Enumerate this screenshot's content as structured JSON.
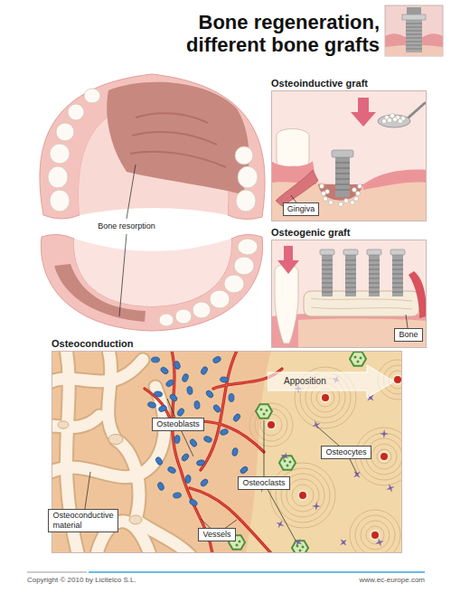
{
  "diagram": {
    "title": "Bone regeneration, different bone grafts",
    "nodes": [
      {
        "text": [
          "Osteoinductive graft"
        ]
      },
      {
        "text": [
          "Gingiva"
        ],
        "in": 0
      },
      {
        "text": [
          "Osteogenic graft"
        ]
      },
      {
        "text": [
          "Bone"
        ],
        "in": 2
      },
      {
        "text": [
          "Osteoconduction"
        ]
      },
      {
        "text": [
          "Apposition"
        ],
        "in": 4
      },
      {
        "text": [
          "Osteoblasts"
        ],
        "in": 4
      },
      {
        "text": [
          "Osteocytes"
        ],
        "in": 4
      },
      {
        "text": [
          "Osteoclasts"
        ],
        "in": 4
      },
      {
        "text": [
          "Osteoconductive material"
        ],
        "in": 4
      },
      {
        "text": [
          "Vessels"
        ],
        "in": 4
      }
    ],
    "labels": [
      "Bone resorption",
      "Copyright © 2010 by Licitelco S.L.",
      "www.ec-europe.com"
    ]
  }
}
